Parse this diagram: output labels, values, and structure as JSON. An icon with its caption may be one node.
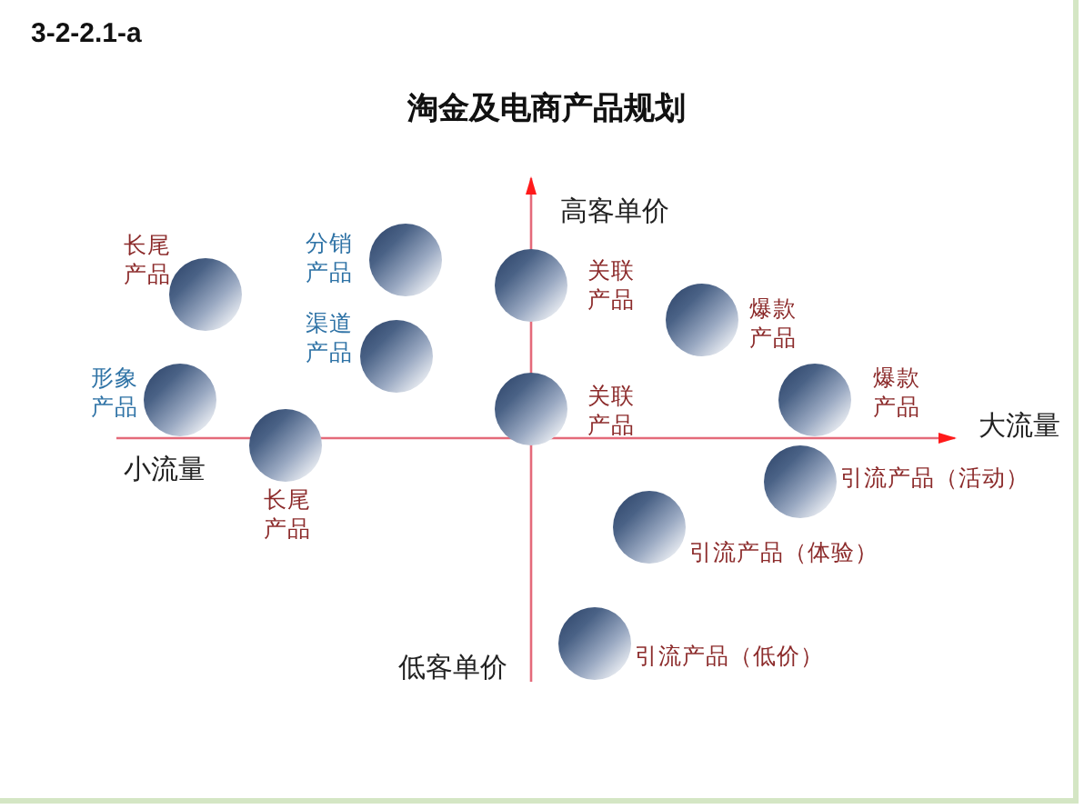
{
  "diagram": {
    "title": "淘金及电商产品规划",
    "nodes": [
      {
        "text": [],
        "shape": "circle",
        "beside": [
          "分销产品"
        ]
      },
      {
        "text": [],
        "shape": "circle",
        "beside": [
          "关联产品"
        ]
      },
      {
        "text": [],
        "shape": "circle",
        "beside": [
          "长尾产品"
        ]
      },
      {
        "text": [],
        "shape": "circle",
        "beside": [
          "爆款产品"
        ]
      },
      {
        "text": [],
        "shape": "circle",
        "beside": [
          "渠道产品"
        ]
      },
      {
        "text": [],
        "shape": "circle",
        "beside": [
          "形象产品"
        ]
      },
      {
        "text": [],
        "shape": "circle",
        "beside": [
          "爆款产品"
        ]
      },
      {
        "text": [],
        "shape": "circle",
        "beside": [
          "关联产品"
        ]
      },
      {
        "text": [],
        "shape": "circle",
        "beside": [
          "长尾产品"
        ]
      },
      {
        "text": [],
        "shape": "circle",
        "beside": [
          "引流产品（活动）"
        ]
      },
      {
        "text": [],
        "shape": "circle",
        "beside": [
          "引流产品（体验）"
        ]
      },
      {
        "text": [],
        "shape": "circle",
        "beside": [
          "引流产品（低价）"
        ]
      }
    ],
    "labels": [
      "3-2-2.1-a",
      "高客单价",
      "大流量",
      "小流量",
      "低客单价"
    ]
  }
}
